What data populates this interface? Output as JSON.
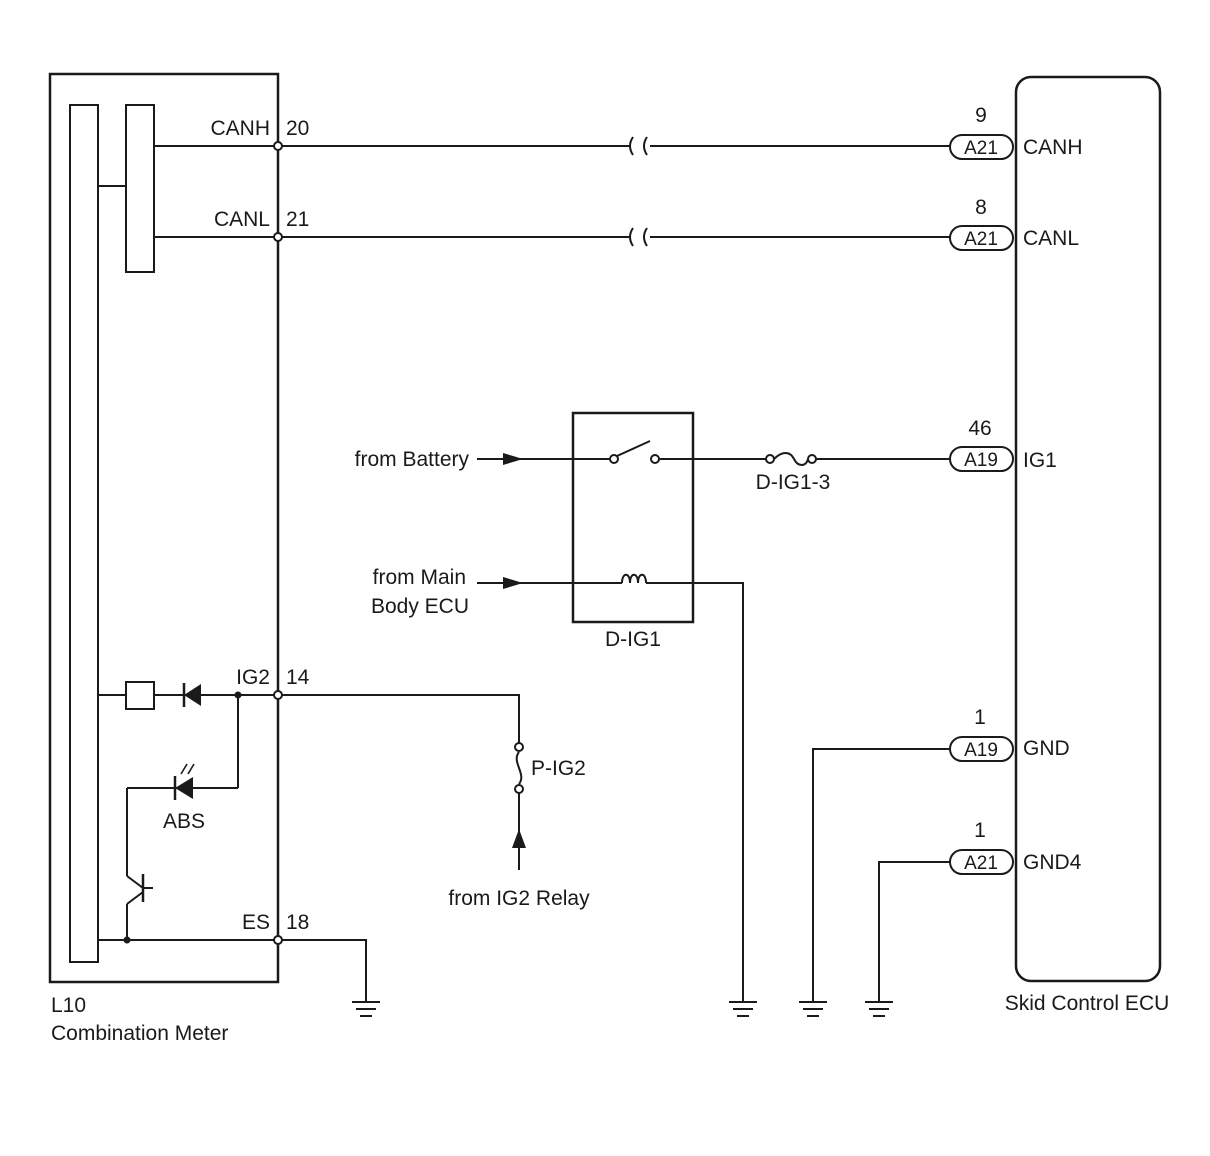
{
  "combination_meter": {
    "code": "L10",
    "name": "Combination Meter",
    "pins": {
      "canh": {
        "name": "CANH",
        "number": "20"
      },
      "canl": {
        "name": "CANL",
        "number": "21"
      },
      "ig2": {
        "name": "IG2",
        "number": "14"
      },
      "es": {
        "name": "ES",
        "number": "18"
      }
    },
    "abs_label": "ABS"
  },
  "skid_control_ecu": {
    "name": "Skid Control ECU",
    "pins": {
      "canh": {
        "name": "CANH",
        "number": "9",
        "connector": "A21"
      },
      "canl": {
        "name": "CANL",
        "number": "8",
        "connector": "A21"
      },
      "ig1": {
        "name": "IG1",
        "number": "46",
        "connector": "A19"
      },
      "gnd": {
        "name": "GND",
        "number": "1",
        "connector": "A19"
      },
      "gnd4": {
        "name": "GND4",
        "number": "1",
        "connector": "A21"
      }
    }
  },
  "relay": {
    "name": "D-IG1"
  },
  "fuses": {
    "d_ig1_3": "D-IG1-3",
    "p_ig2": "P-IG2"
  },
  "sources": {
    "battery": "from Battery",
    "main_body_ecu_line1": "from Main",
    "main_body_ecu_line2": "Body ECU",
    "ig2_relay": "from IG2 Relay"
  }
}
